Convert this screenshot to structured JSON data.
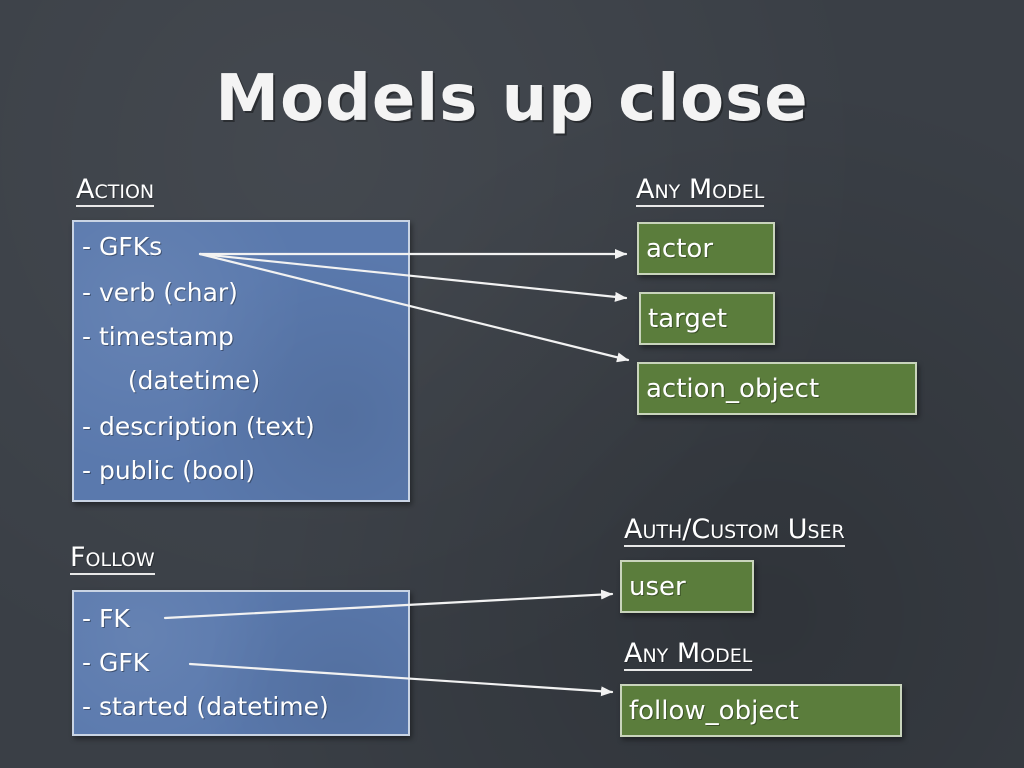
{
  "title": "Models up close",
  "action": {
    "heading": "Action",
    "fields": [
      "- GFKs",
      "- verb (char)",
      "- timestamp",
      "   (datetime)",
      "- description (text)",
      "- public (bool)"
    ]
  },
  "follow": {
    "heading": "Follow",
    "fields": [
      "- FK",
      "- GFK",
      "- started (datetime)"
    ]
  },
  "any_model_top": {
    "heading": "Any Model",
    "targets": [
      "actor",
      "target",
      "action_object"
    ]
  },
  "auth_user": {
    "heading": "Auth/Custom User",
    "target": "user"
  },
  "any_model_bottom": {
    "heading": "Any Model",
    "target": "follow_object"
  },
  "colors": {
    "background": "#3a3f46",
    "model_box": "#5a79ad",
    "target_box": "#5b7d3c",
    "arrow": "#f2f2f2"
  }
}
